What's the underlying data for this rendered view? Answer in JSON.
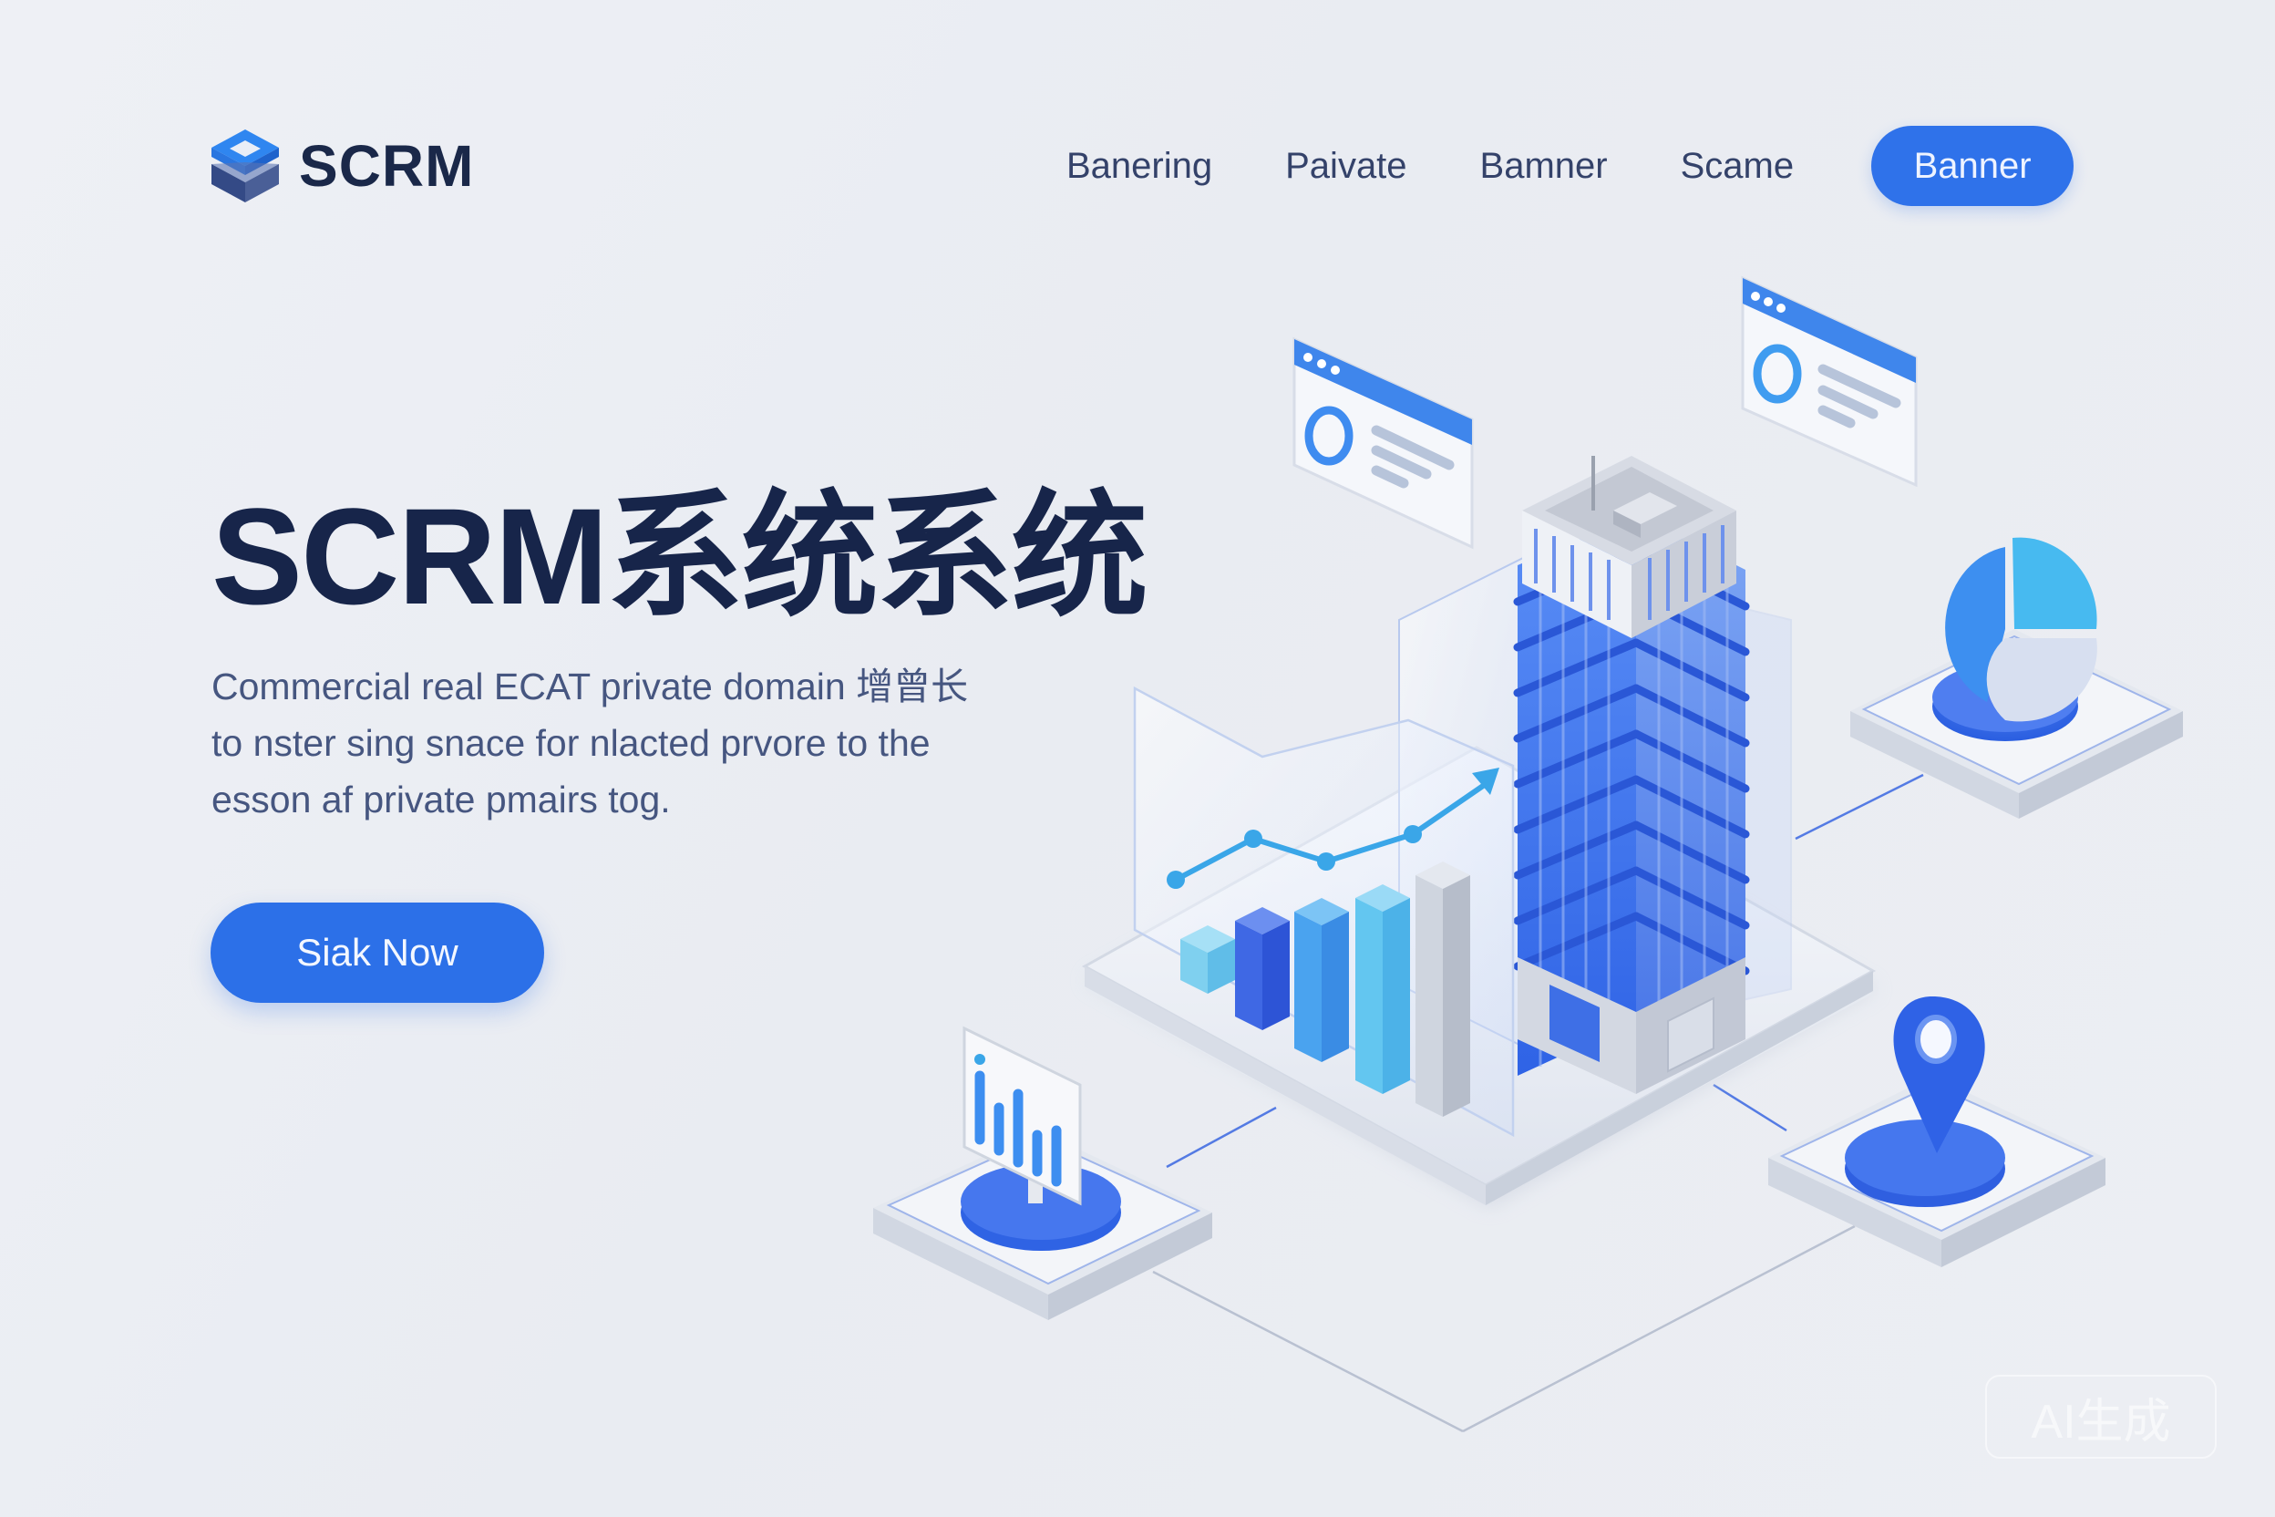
{
  "header": {
    "logo_text": "SCRM",
    "logo_icon": "cube-stack-icon",
    "nav": [
      {
        "label": "Banering"
      },
      {
        "label": "Paivate"
      },
      {
        "label": "Bamner"
      },
      {
        "label": "Scame"
      }
    ],
    "cta_label": "Banner"
  },
  "hero": {
    "title": "SCRM系统系统",
    "description_lines": [
      "Commercial real ECAT private domain 增曾长",
      "to nster sing snace for nlacted prvore to the",
      "esson af private pmairs tog."
    ],
    "cta_label": "Siak Now"
  },
  "illustration": {
    "elements": [
      "floating-browser-window-left",
      "floating-browser-window-right",
      "skyscraper-building",
      "bar-chart-with-trend-line",
      "pie-chart-pedestal",
      "bar-chart-board-pedestal",
      "location-pin-pedestal"
    ]
  },
  "watermark": "AI生成",
  "colors": {
    "brand_blue": "#2f72ea",
    "heading_navy": "#17254a",
    "body_text": "#465680",
    "background": "#eceef3",
    "accent_cyan": "#4fb6ee"
  }
}
